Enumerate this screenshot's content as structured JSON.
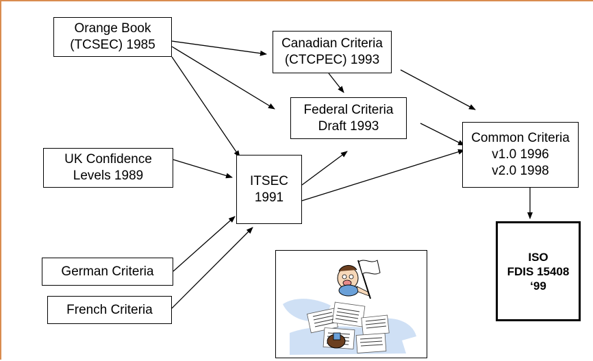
{
  "diagram": {
    "nodes": {
      "orange_book": {
        "line1": "Orange Book",
        "line2": "(TCSEC) 1985"
      },
      "canadian": {
        "line1": "Canadian Criteria",
        "line2": "(CTCPEC) 1993"
      },
      "federal": {
        "line1": "Federal Criteria",
        "line2": "Draft 1993"
      },
      "common": {
        "line1": "Common Criteria",
        "line2": "v1.0 1996",
        "line3": "v2.0 1998"
      },
      "uk": {
        "line1": "UK Confidence",
        "line2": "Levels 1989"
      },
      "itsec": {
        "line1": "ITSEC",
        "line2": "1991"
      },
      "german": {
        "line1": "German Criteria"
      },
      "french": {
        "line1": "French Criteria"
      },
      "iso": {
        "line1": "ISO",
        "line2": "FDIS 15408",
        "line3": "‘99"
      }
    },
    "edges": [
      {
        "from": "orange_book",
        "to": "canadian"
      },
      {
        "from": "orange_book",
        "to": "federal"
      },
      {
        "from": "orange_book",
        "to": "itsec"
      },
      {
        "from": "canadian",
        "to": "federal"
      },
      {
        "from": "canadian",
        "to": "common"
      },
      {
        "from": "federal",
        "to": "common"
      },
      {
        "from": "uk",
        "to": "itsec"
      },
      {
        "from": "itsec",
        "to": "federal"
      },
      {
        "from": "itsec",
        "to": "common"
      },
      {
        "from": "german",
        "to": "itsec"
      },
      {
        "from": "french",
        "to": "itsec"
      },
      {
        "from": "common",
        "to": "iso"
      }
    ]
  },
  "colors": {
    "frame": "#d98c4f",
    "line": "#000000",
    "clipart_accent": "#8fb4e0"
  }
}
